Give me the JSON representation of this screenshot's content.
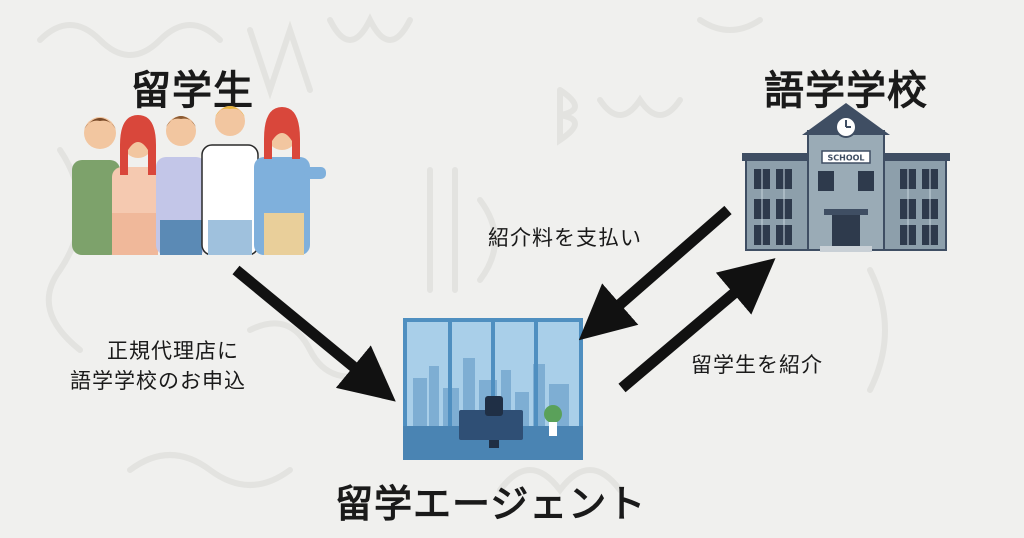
{
  "nodes": {
    "students": {
      "label": "留学生"
    },
    "school": {
      "label": "語学学校",
      "sign": "SCHOOL"
    },
    "agent": {
      "label": "留学エージェント"
    }
  },
  "edges": {
    "student_to_agent": {
      "line1": "正規代理店に",
      "line2": "語学学校のお申込"
    },
    "school_to_agent": {
      "label": "紹介料を支払い"
    },
    "agent_to_school": {
      "label": "留学生を紹介"
    }
  },
  "colors": {
    "arrow": "#111111",
    "school_wall": "#8d9fab",
    "school_roof": "#3f4e63",
    "office_sky": "#a9cfe9",
    "office_floor": "#4f8fc0"
  }
}
